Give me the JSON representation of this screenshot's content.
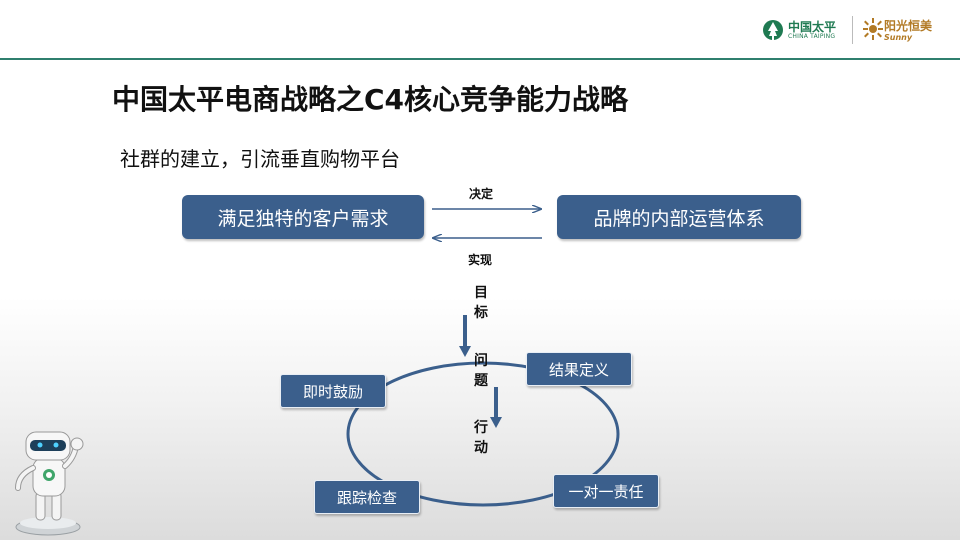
{
  "logos": {
    "china_taiping_cn": "中国太平",
    "china_taiping_en": "CHINA TAIPING",
    "sunny_cn": "阳光恒美",
    "sunny_en": "Sunny"
  },
  "slide": {
    "title": "中国太平电商战略之C4核心竞争能力战略",
    "subtitle": "社群的建立，引流垂直购物平台"
  },
  "top_flow": {
    "left_box": "满足独特的客户需求",
    "right_box": "品牌的内部运营体系",
    "arrow_right_label": "决定",
    "arrow_left_label": "实现"
  },
  "center_stack": {
    "goal": [
      "目",
      "标"
    ],
    "problem": [
      "问",
      "题"
    ],
    "action": [
      "行",
      "动"
    ]
  },
  "cycle": {
    "result": "结果定义",
    "responsibility": "一对一责任",
    "tracking": "跟踪检查",
    "incentive": "即时鼓励"
  },
  "colors": {
    "box_fill": "#3b5f8c",
    "circle_stroke": "#3b5f8c",
    "arrow": "#3b5f8c",
    "header_line": "#2f7f6e"
  }
}
